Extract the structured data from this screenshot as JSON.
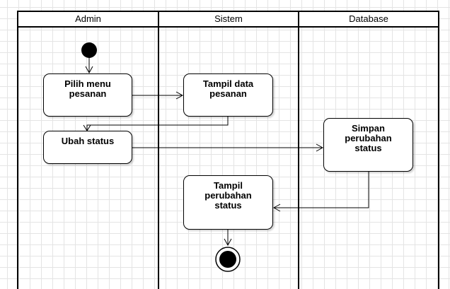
{
  "lanes": [
    "Admin",
    "Sistem",
    "Database"
  ],
  "nodes": {
    "pilih_menu": "Pilih menu\npesanan",
    "tampil_data": "Tampil data\npesanan",
    "ubah_status": "Ubah status",
    "simpan": "Simpan\nperubahan\nstatus",
    "tampil_perubahan": "Tampil\nperubahan\nstatus"
  }
}
